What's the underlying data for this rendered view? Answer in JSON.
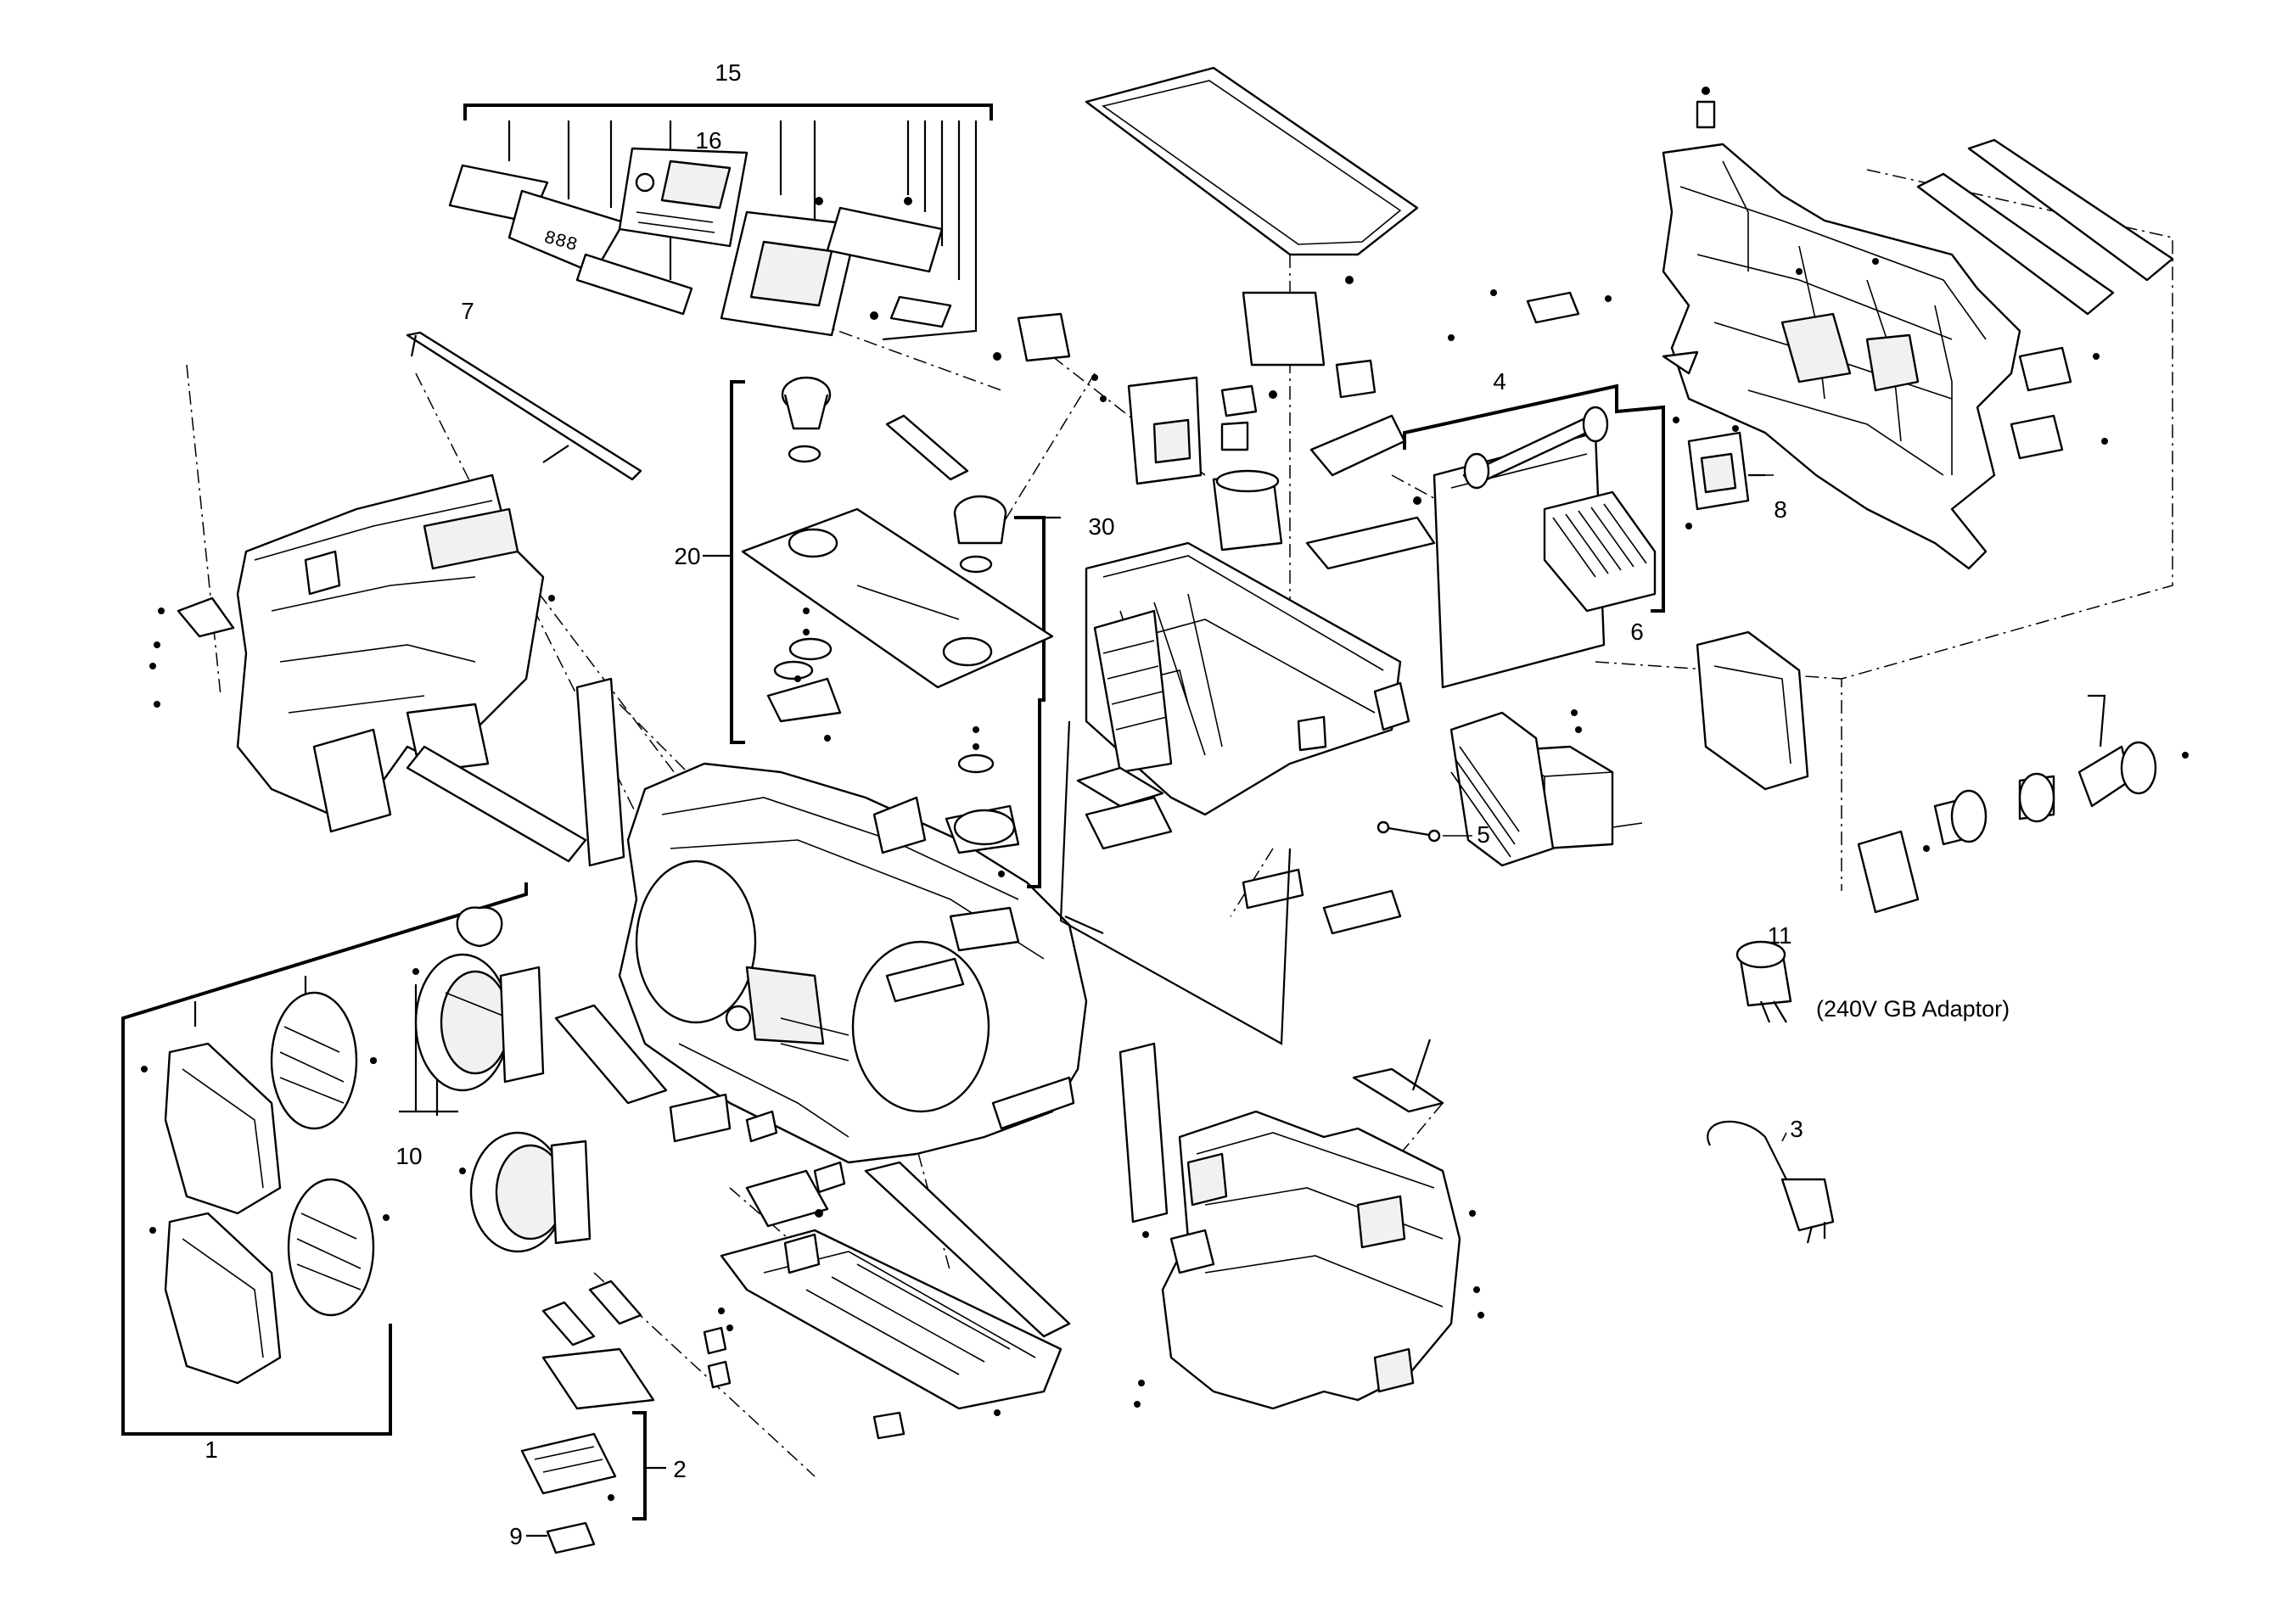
{
  "callouts": {
    "c1": "1",
    "c2": "2",
    "c3": "3",
    "c4": "4",
    "c5": "5",
    "c6": "6",
    "c7": "7",
    "c8": "8",
    "c9": "9",
    "c10": "10",
    "c11": "11",
    "c15": "15",
    "c16": "16",
    "c20": "20",
    "c30": "30"
  },
  "notes": {
    "adaptor": "(240V GB Adaptor)"
  }
}
